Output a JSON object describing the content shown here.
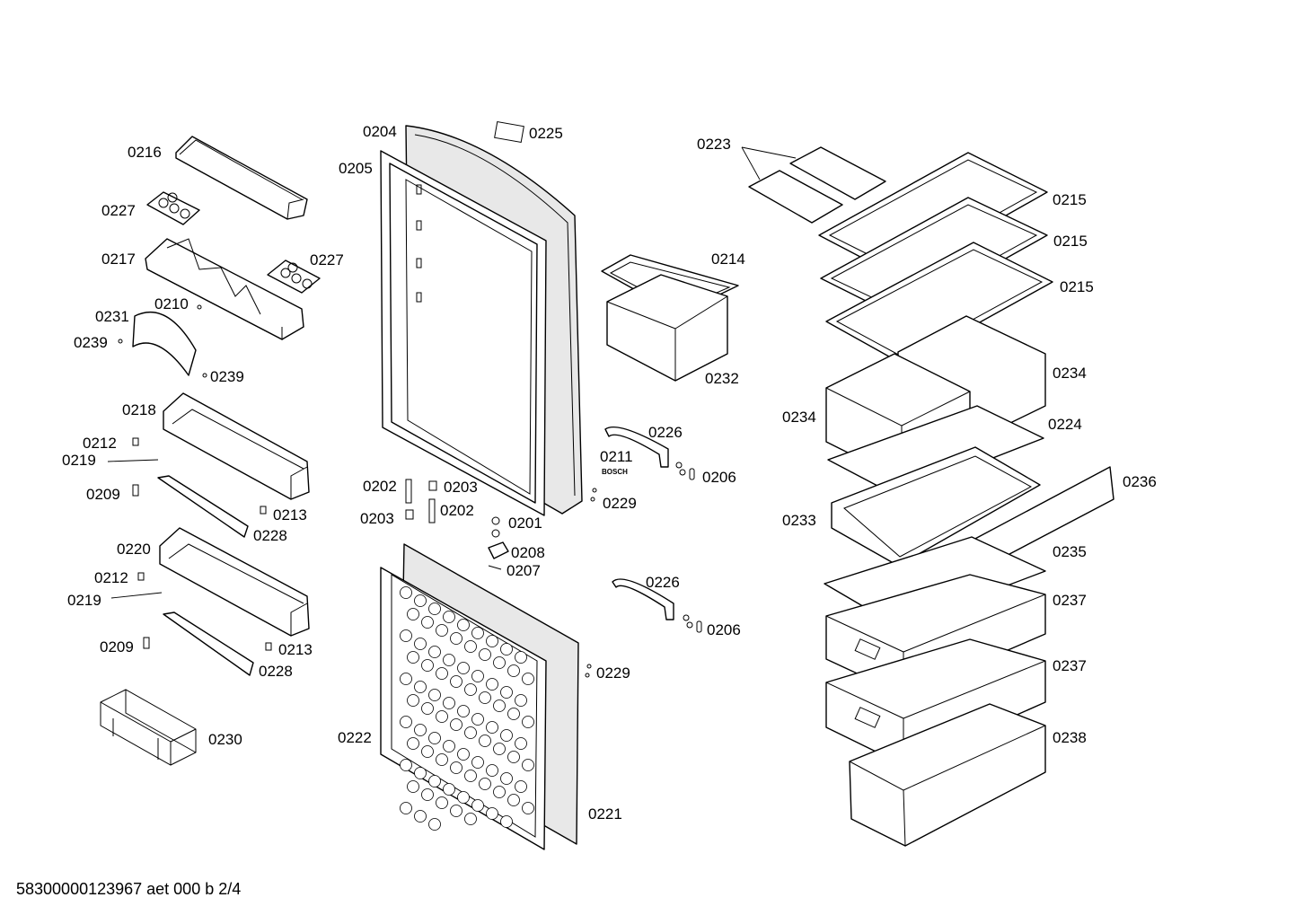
{
  "labels": {
    "p0216": "0216",
    "p0227a": "0227",
    "p0217": "0217",
    "p0227b": "0227",
    "p0210": "0210",
    "p0231": "0231",
    "p0239a": "0239",
    "p0239b": "0239",
    "p0218": "0218",
    "p0212a": "0212",
    "p0219a": "0219",
    "p0209a": "0209",
    "p0213a": "0213",
    "p0228a": "0228",
    "p0220": "0220",
    "p0212b": "0212",
    "p0219b": "0219",
    "p0209b": "0209",
    "p0213b": "0213",
    "p0228b": "0228",
    "p0230": "0230",
    "p0204": "0204",
    "p0225": "0225",
    "p0205": "0205",
    "p0202a": "0202",
    "p0203a": "0203",
    "p0203b": "0203",
    "p0202b": "0202",
    "p0201": "0201",
    "p0208": "0208",
    "p0207": "0207",
    "p0222": "0222",
    "p0221": "0221",
    "p0214": "0214",
    "p0232": "0232",
    "p0226a": "0226",
    "p0211": "0211",
    "p0206a": "0206",
    "p0229a": "0229",
    "p0226b": "0226",
    "p0206b": "0206",
    "p0229b": "0229",
    "p0223": "0223",
    "p0215a": "0215",
    "p0215b": "0215",
    "p0215c": "0215",
    "p0234a": "0234",
    "p0234b": "0234",
    "p0224": "0224",
    "p0236": "0236",
    "p0233": "0233",
    "p0235": "0235",
    "p0237a": "0237",
    "p0237b": "0237",
    "p0238": "0238"
  },
  "brand_mark": "BOSCH",
  "footer": "58300000123967 aet 000 b 2/4"
}
